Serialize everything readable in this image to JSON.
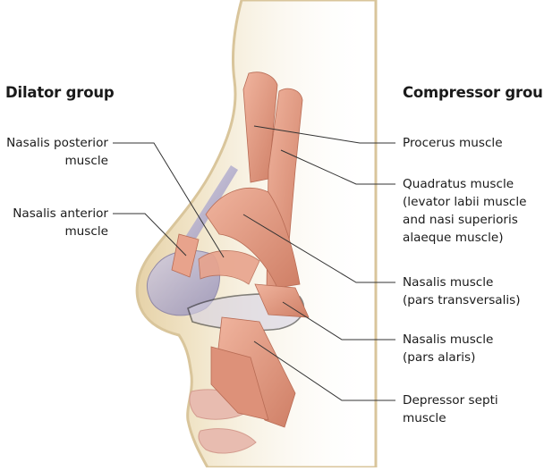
{
  "groups": {
    "dilator": "Dilator group",
    "compressor": "Compressor group"
  },
  "labels": {
    "nasalis_posterior": [
      "Nasalis posterior",
      "muscle"
    ],
    "nasalis_anterior": [
      "Nasalis anterior",
      "muscle"
    ],
    "procerus": [
      "Procerus muscle"
    ],
    "quadratus": [
      "Quadratus muscle",
      "(levator labii muscle",
      "and nasi superioris",
      "alaeque muscle)"
    ],
    "nasalis_transversalis": [
      "Nasalis muscle",
      "(pars transversalis)"
    ],
    "nasalis_alaris": [
      "Nasalis muscle",
      "(pars alaris)"
    ],
    "depressor_septi": [
      "Depressor septi",
      "muscle"
    ]
  },
  "colors": {
    "skin": "#efe2c4",
    "skin_edge": "#d9c59b",
    "muscle": "#e29c84",
    "muscle_dark": "#c77a63",
    "cartilage": "#b9b3d3",
    "lip": "#e8bcb0"
  }
}
